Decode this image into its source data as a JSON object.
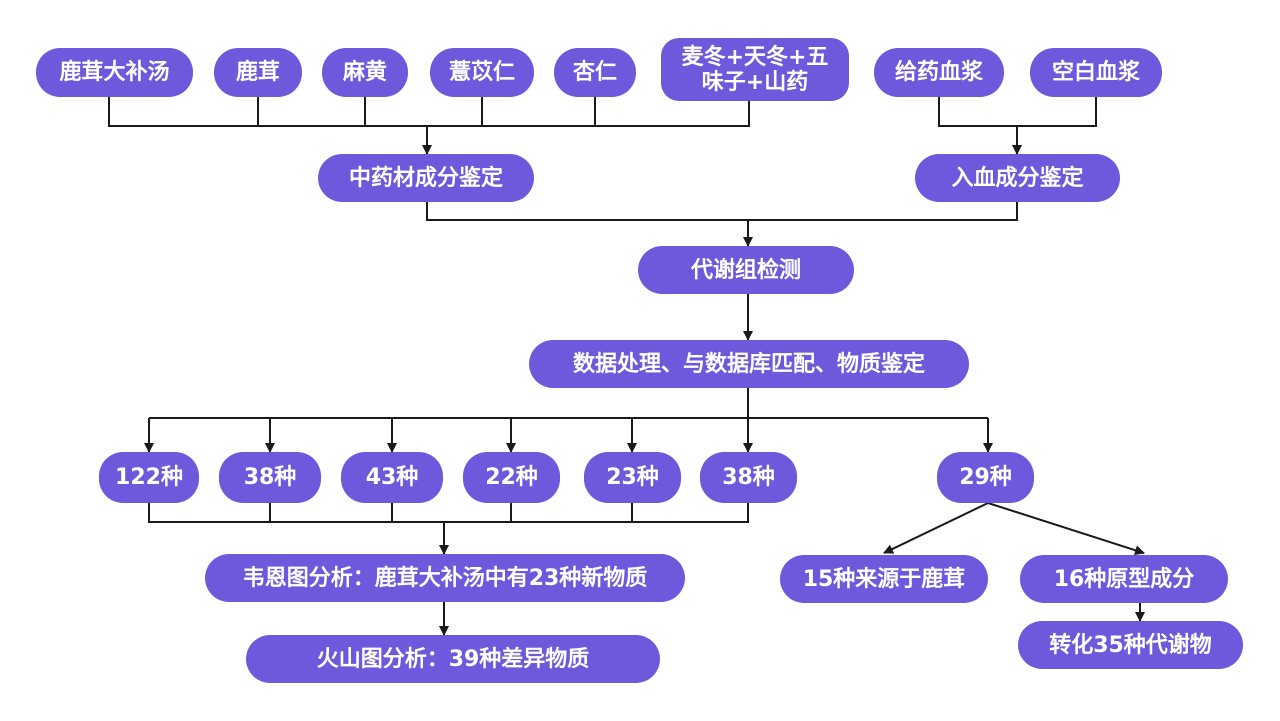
{
  "theme": {
    "node_fill": "#6e58dc",
    "line_color": "#1a1a1a",
    "background": "#ffffff"
  },
  "diagram": {
    "nodes": [
      {
        "id": "ludazhi",
        "label": "鹿茸大补汤"
      },
      {
        "id": "lurong",
        "label": "鹿茸"
      },
      {
        "id": "mahuang",
        "label": "麻黄"
      },
      {
        "id": "yiyiren",
        "label": "薏苡仁"
      },
      {
        "id": "xingren",
        "label": "杏仁"
      },
      {
        "id": "maidong",
        "label": "麦冬+天冬+五\n味子+山药"
      },
      {
        "id": "geiyao",
        "label": "给药血浆"
      },
      {
        "id": "kongbai",
        "label": "空白血浆"
      },
      {
        "id": "zhongyao",
        "label": "中药材成分鉴定"
      },
      {
        "id": "ruxue",
        "label": "入血成分鉴定"
      },
      {
        "id": "daixie",
        "label": "代谢组检测"
      },
      {
        "id": "shuju",
        "label": "数据处理、与数据库匹配、物质鉴定"
      },
      {
        "id": "n122",
        "label": "122种"
      },
      {
        "id": "n38a",
        "label": "38种"
      },
      {
        "id": "n43",
        "label": "43种"
      },
      {
        "id": "n22",
        "label": "22种"
      },
      {
        "id": "n23",
        "label": "23种"
      },
      {
        "id": "n38b",
        "label": "38种"
      },
      {
        "id": "n29",
        "label": "29种"
      },
      {
        "id": "weien",
        "label": "韦恩图分析：鹿茸大补汤中有23种新物质"
      },
      {
        "id": "huoshan",
        "label": "火山图分析：39种差异物质"
      },
      {
        "id": "laiyuan",
        "label": "15种来源于鹿茸"
      },
      {
        "id": "yuanxing",
        "label": "16种原型成分"
      },
      {
        "id": "zhuanhua",
        "label": "转化35种代谢物"
      }
    ]
  }
}
